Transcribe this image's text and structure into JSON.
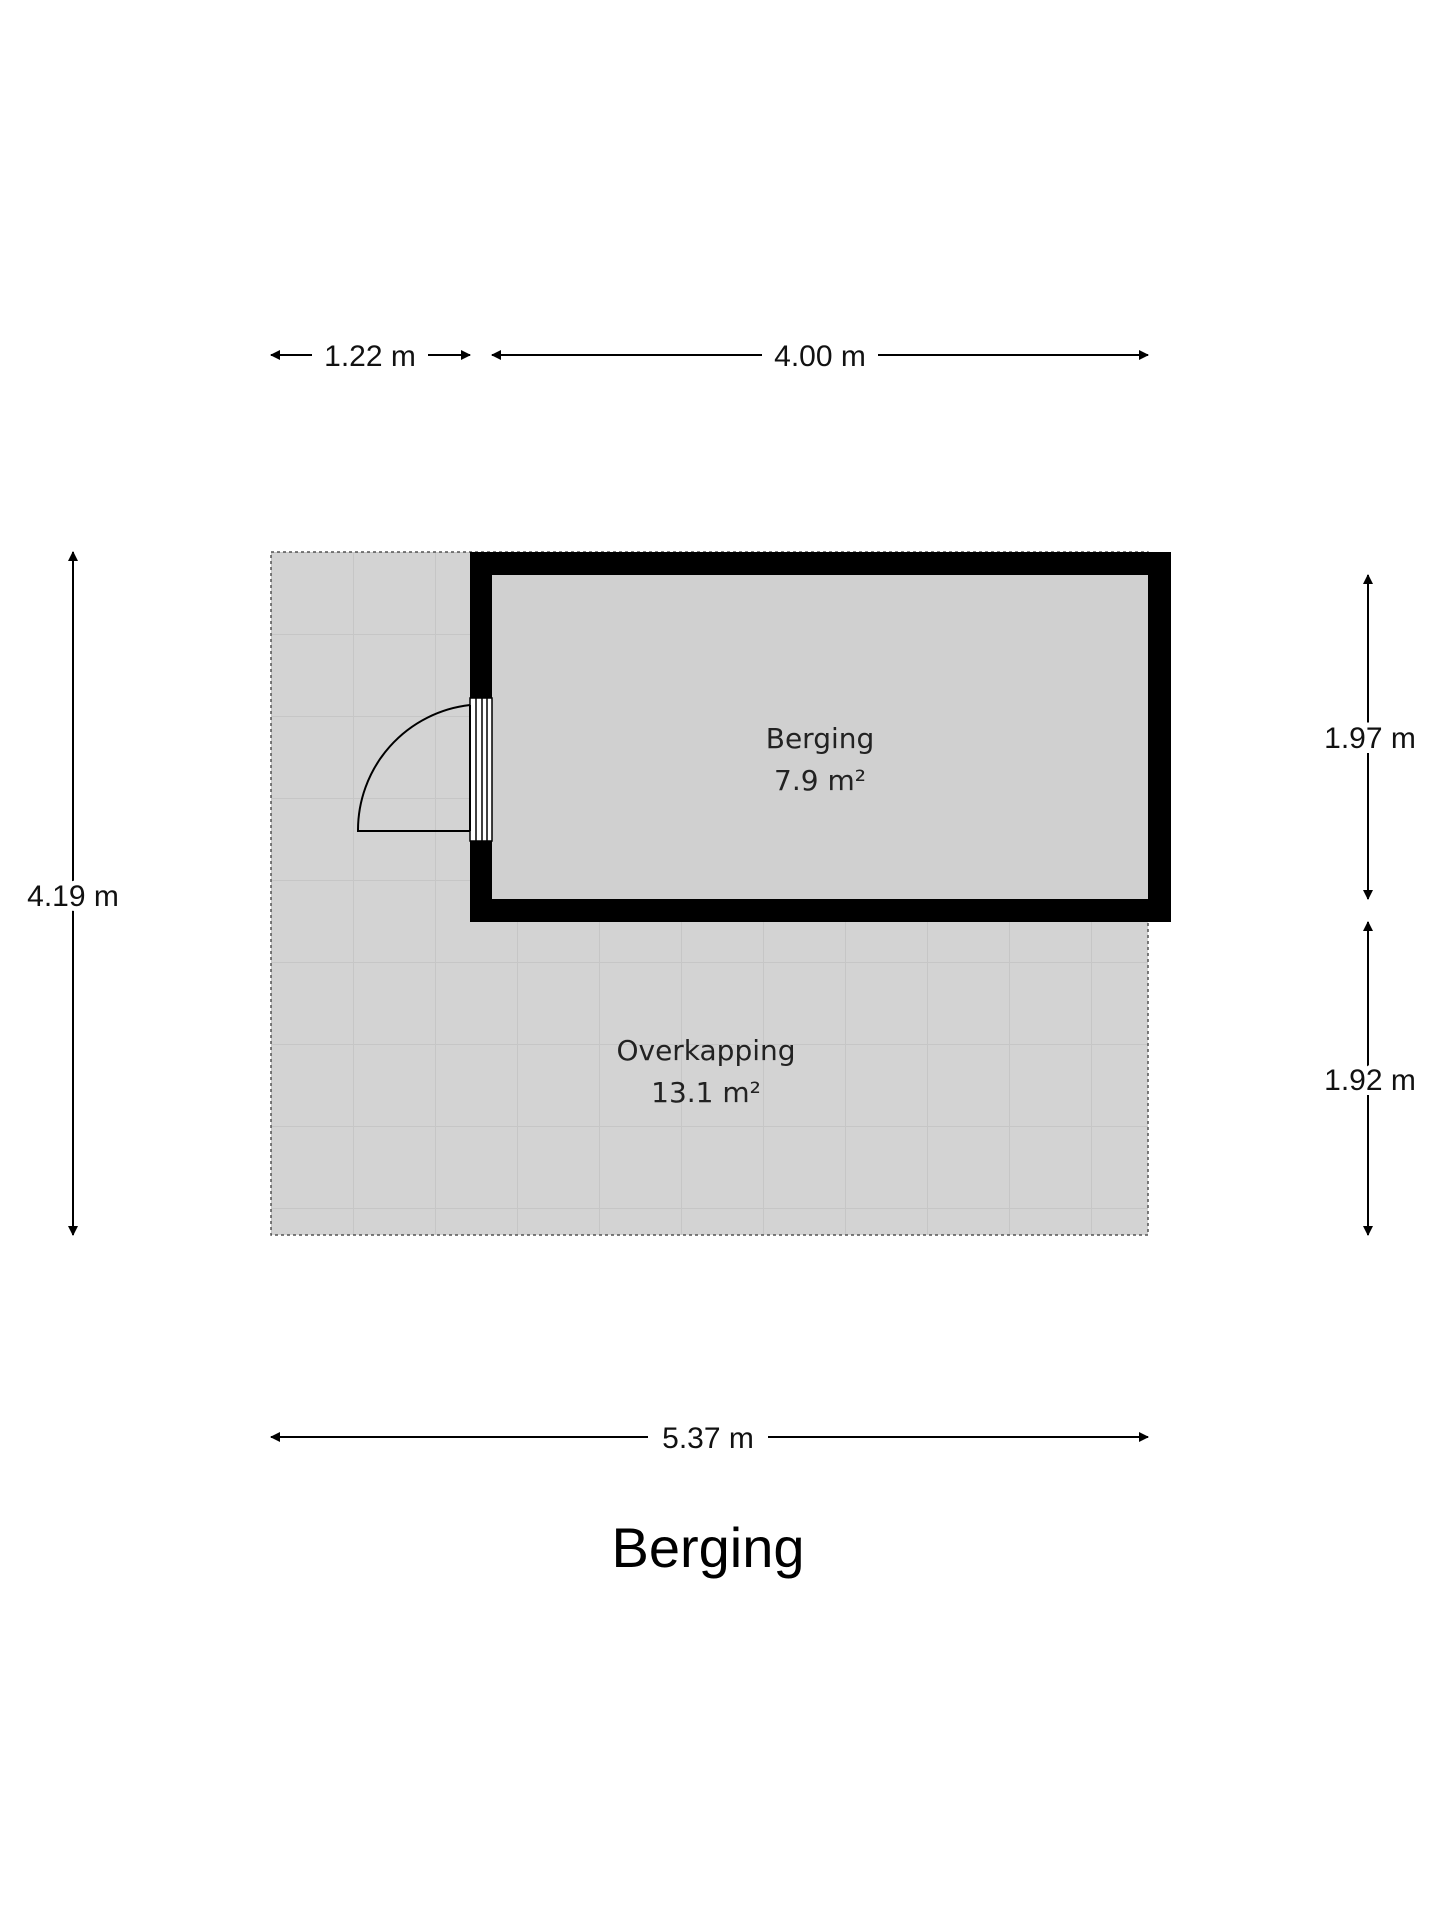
{
  "colors": {
    "wall": "#000000",
    "room_fill": "#d0d0d0",
    "covered_fill": "#d3d3d3",
    "tile_line": "#c6c6c6",
    "dimension_line": "#000000",
    "background": "#ffffff"
  },
  "plan": {
    "title": "Berging",
    "rooms": [
      {
        "name": "Berging",
        "area": "7.9 m²"
      },
      {
        "name": "Overkapping",
        "area": "13.1 m²"
      }
    ],
    "dimensions": {
      "top_left": "1.22 m",
      "top_right": "4.00 m",
      "left_total": "4.19 m",
      "right_upper": "1.97 m",
      "right_lower": "1.92 m",
      "bottom_total": "5.37 m"
    }
  }
}
